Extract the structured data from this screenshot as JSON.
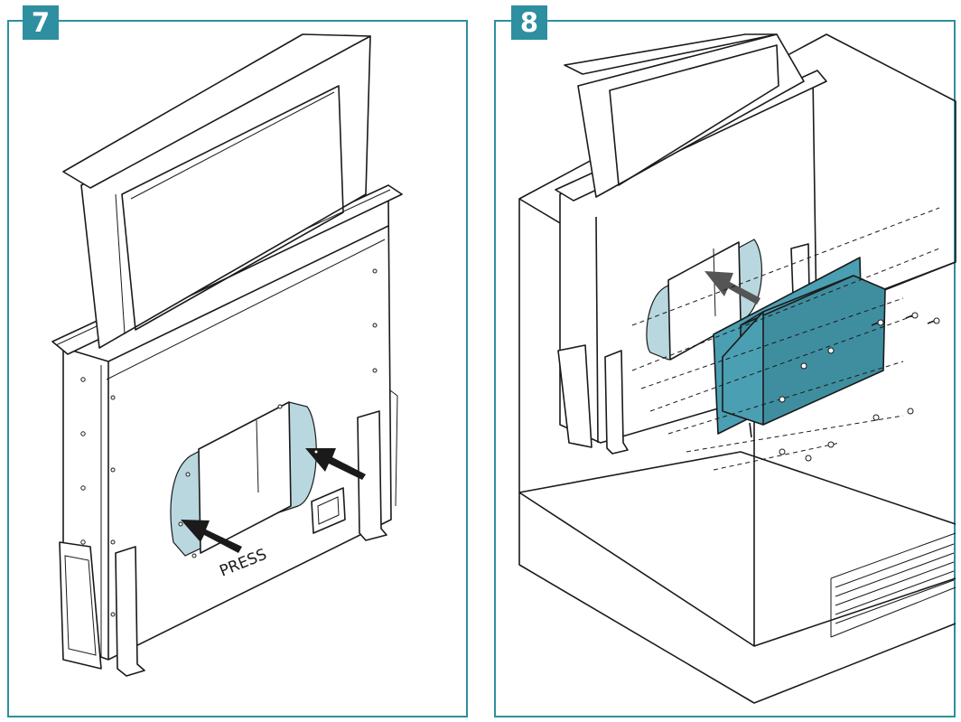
{
  "steps": [
    {
      "number": "7",
      "label": "PRESS"
    },
    {
      "number": "8"
    }
  ],
  "colors": {
    "accent": "#2e8fa0",
    "highlight": "#4b9fb2",
    "seal": "#b9d7de"
  }
}
